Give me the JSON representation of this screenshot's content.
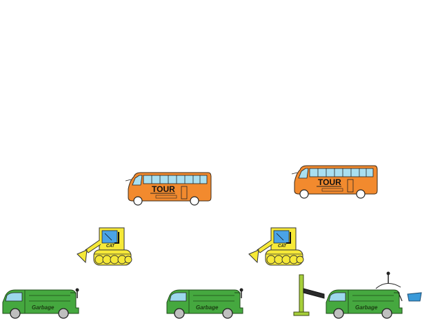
{
  "scene": {
    "bus_label": "TOUR",
    "dozer_label": "CAT",
    "truck_label": "Garbage"
  },
  "colors": {
    "bus_body": "#f28a2e",
    "bus_window": "#a9dff0",
    "dozer_body": "#f6e938",
    "dozer_window": "#4aa3e6",
    "truck_body": "#45a83f",
    "truck_window": "#9cd8ec",
    "barrier_post": "#a6cf3a",
    "barrier_arm": "#2b2b2b",
    "scoop": "#3a9ad9"
  }
}
